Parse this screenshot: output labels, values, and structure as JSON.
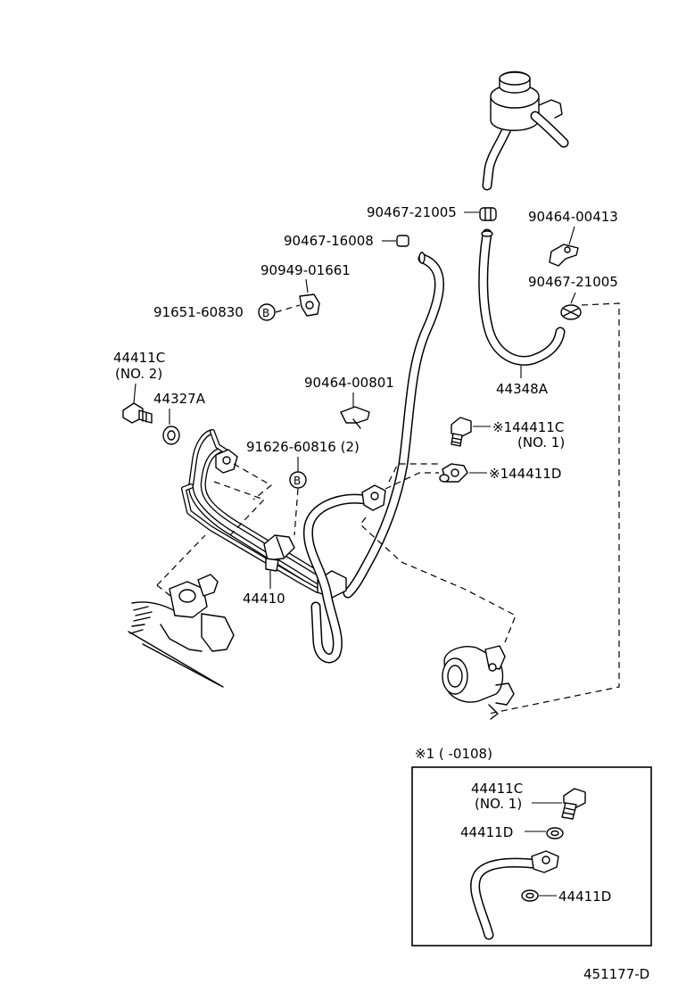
{
  "diagram_code": "451177-D",
  "labels": {
    "p90467_21005_top": "90467-21005",
    "p90464_00413": "90464-00413",
    "p90467_16008": "90467-16008",
    "p90467_21005_right": "90467-21005",
    "p90949_01661": "90949-01661",
    "p91651_60830": "91651-60830",
    "p44411c_no2": "44411C",
    "p44411c_no2_sub": "(NO. 2)",
    "p44327a": "44327A",
    "p44348a": "44348A",
    "p90464_00801": "90464-00801",
    "p44411c_no1": "※144411C",
    "p44411c_no1_sub": "(NO. 1)",
    "p91626_60816": "91626-60816 (2)",
    "p44411d": "※144411D",
    "p44410": "44410"
  },
  "markers": {
    "b1": "B",
    "b2": "B"
  },
  "inset": {
    "note": "※1 (        -0108)",
    "p44411c": "44411C",
    "p44411c_sub": "(NO. 1)",
    "p44411d_a": "44411D",
    "p44411d_b": "44411D"
  }
}
